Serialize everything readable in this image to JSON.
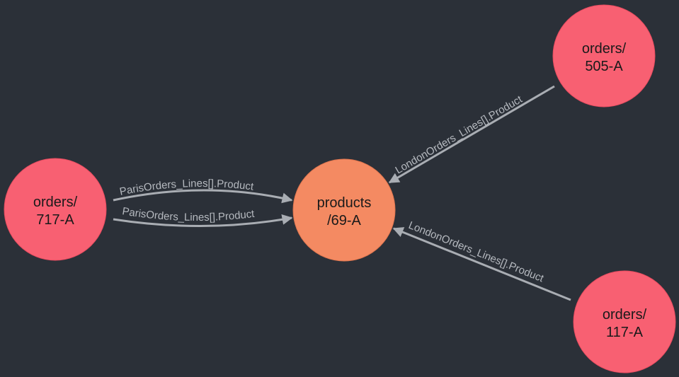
{
  "colors": {
    "background": "#2b3038",
    "order_node": "#f86072",
    "product_node": "#f48a62",
    "edge": "#a9adb3",
    "edge_text": "#b5b9bf"
  },
  "nodes": {
    "order_505": {
      "line1": "orders/",
      "line2": "505-A"
    },
    "order_717": {
      "line1": "orders/",
      "line2": "717-A"
    },
    "order_117": {
      "line1": "orders/",
      "line2": "117-A"
    },
    "product_69": {
      "line1": "products",
      "line2": "/69-A"
    }
  },
  "edges": {
    "paris_top": "ParisOrders_Lines[].Product",
    "paris_bottom": "ParisOrders_Lines[].Product",
    "london_top": "LondonOrders_Lines[].Product",
    "london_bottom": "LondonOrders_Lines[].Product"
  }
}
